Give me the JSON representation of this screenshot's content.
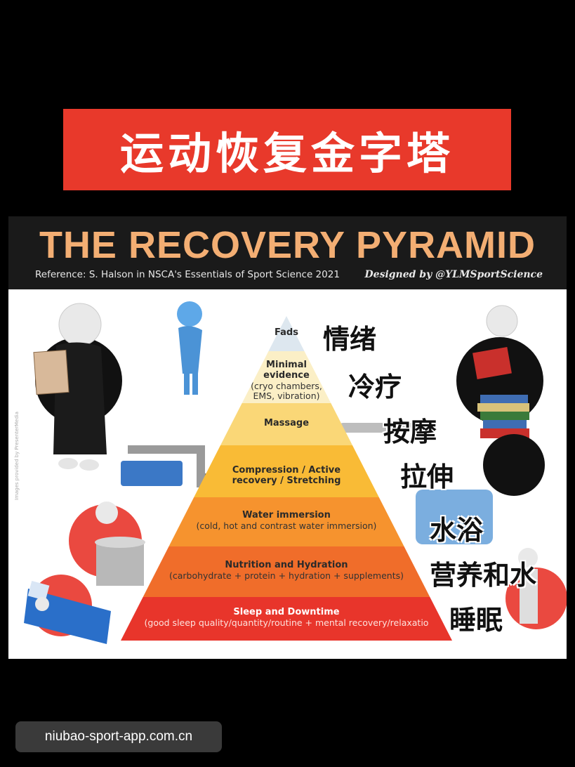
{
  "banner": {
    "title": "运动恢复金字塔"
  },
  "header": {
    "title": "THE RECOVERY PYRAMID",
    "reference": "Reference:  S. Halson in NSCA's Essentials of Sport Science 2021",
    "designed_by": "Designed by @YLMSportScience"
  },
  "pyramid": {
    "tiers": [
      {
        "label": "Fads",
        "sub": "",
        "zh": "情绪",
        "color": "#dde7ef"
      },
      {
        "label": "Minimal evidence",
        "sub": "(cryo chambers, EMS, vibration)",
        "zh": "冷疗",
        "color": "#fbefc6"
      },
      {
        "label": "Massage",
        "sub": "",
        "zh": "按摩",
        "color": "#fad777"
      },
      {
        "label": "Compression / Active recovery / Stretching",
        "sub": "",
        "zh": "拉伸",
        "color": "#f9bb36"
      },
      {
        "label": "Water immersion",
        "sub": "(cold, hot and contrast water immersion)",
        "zh": "水浴",
        "color": "#f6932e"
      },
      {
        "label": "Nutrition and Hydration",
        "sub": "(carbohydrate + protein + hydration + supplements)",
        "zh": "营养和水",
        "color": "#f06d2a"
      },
      {
        "label": "Sleep and Downtime",
        "sub": "(good sleep quality/quantity/routine + mental recovery/relaxatio",
        "zh": "睡眠",
        "color": "#e8352b"
      }
    ]
  },
  "side_credit": "Images provided by PresenterMedia",
  "footer": {
    "watermark": "niubao-sport-app.com.cn"
  }
}
